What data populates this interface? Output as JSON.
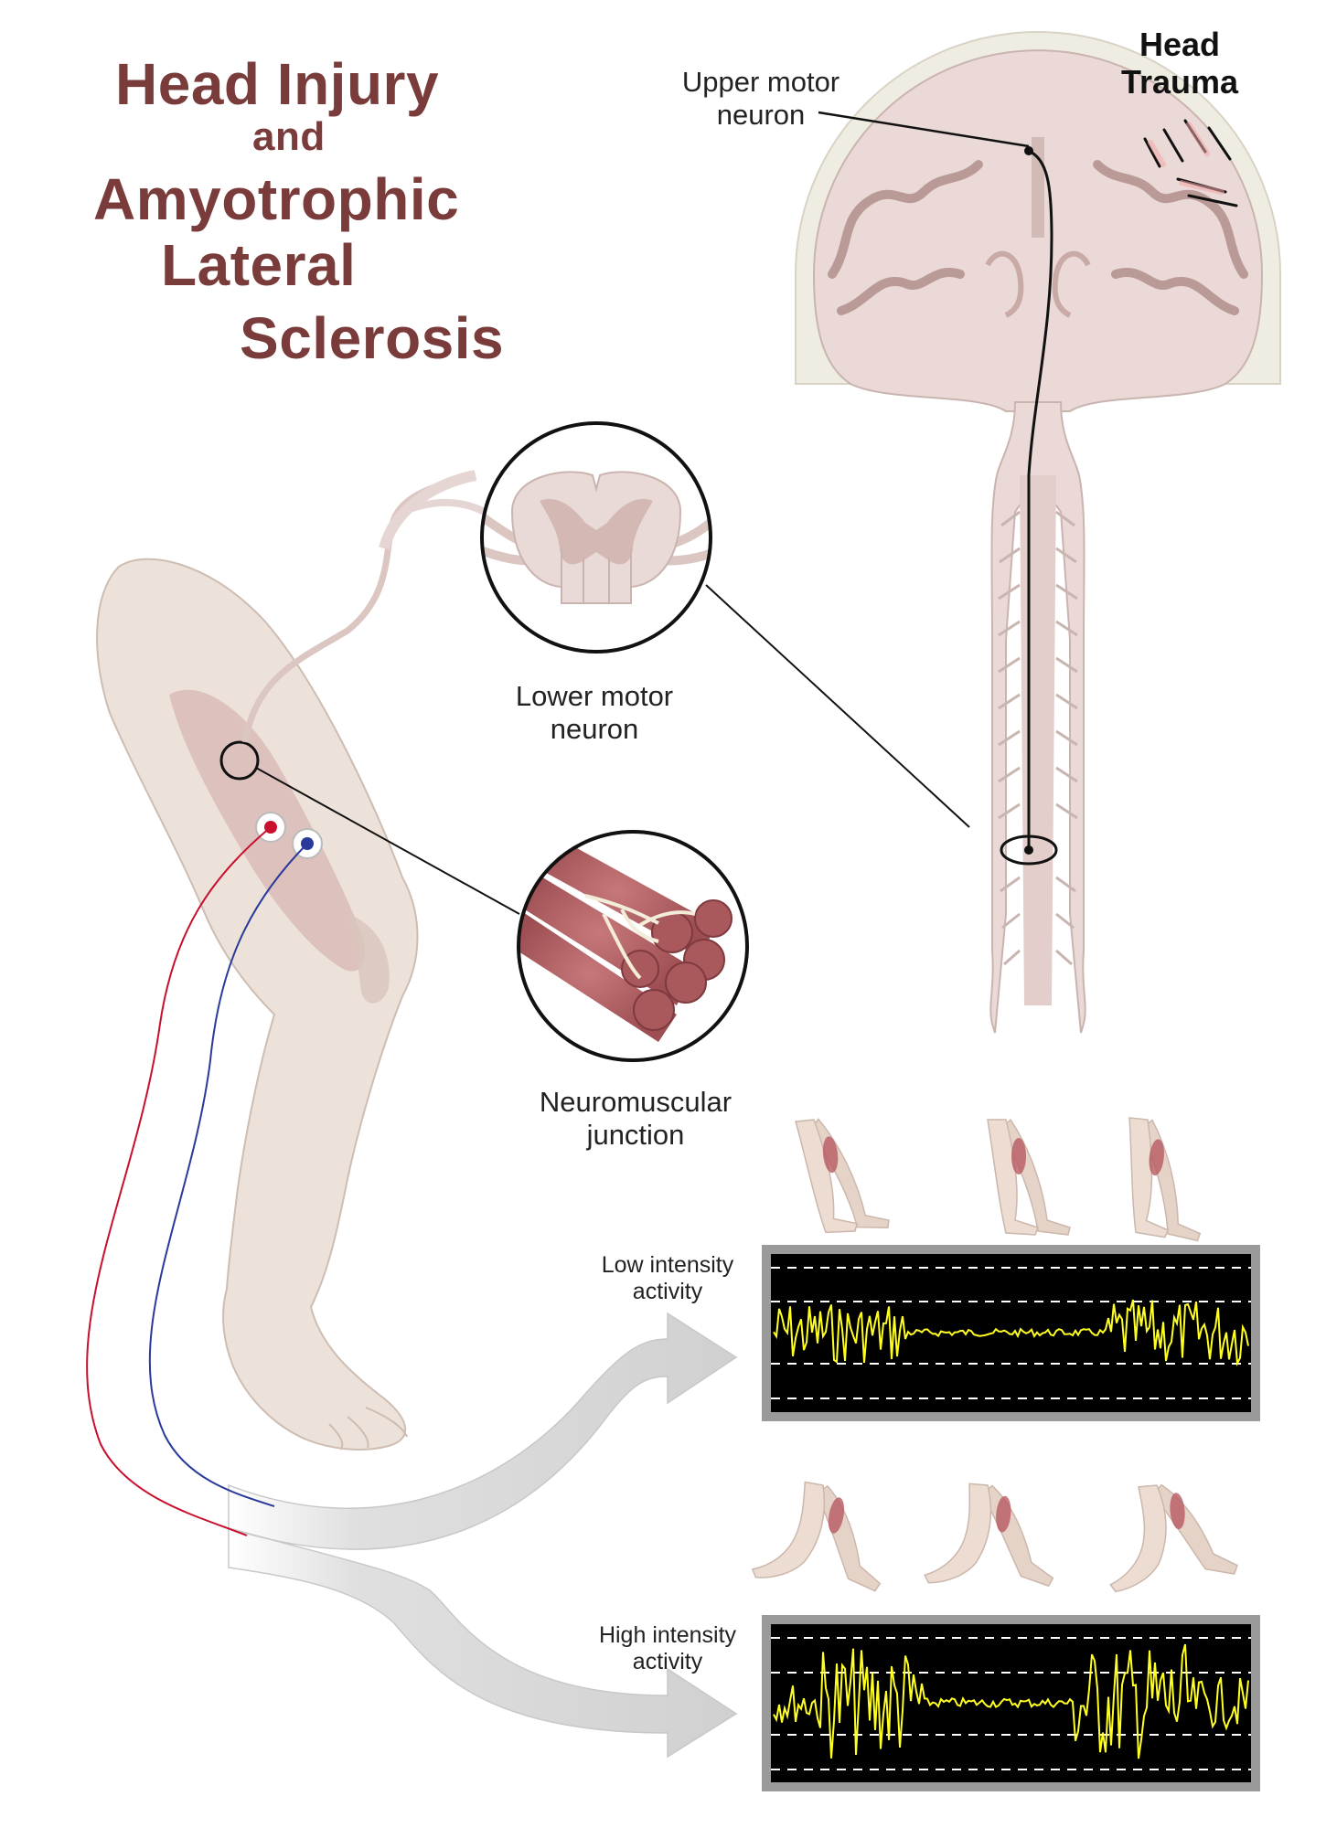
{
  "title": {
    "line1": "Head Injury",
    "line2": "and",
    "line3": "Amyotrophic",
    "line4": "Lateral",
    "line5": "Sclerosis"
  },
  "labels": {
    "upper_motor_neuron": "Upper motor neuron",
    "head_trauma": "Head Trauma",
    "lower_motor_neuron": "Lower motor neuron",
    "neuromuscular_junction": "Neuromuscular junction",
    "low_intensity": "Low intensity activity",
    "high_intensity": "High intensity activity"
  },
  "colors": {
    "title": "#7a3b3b",
    "tissue": "#e8d4d2",
    "tissue_dark": "#c9a9a7",
    "skin": "#eadfd6",
    "muscle": "#b96b6e",
    "emg_trace": "#ffff22",
    "electrode_red": "#c8102e",
    "electrode_blue": "#2a3a9a",
    "arrow": "#d9d9d9"
  },
  "emg": {
    "low_intensity": {
      "pattern": [
        "burst",
        "quiet",
        "burst"
      ]
    },
    "high_intensity": {
      "pattern": [
        "burst",
        "quiet",
        "burst"
      ]
    }
  }
}
